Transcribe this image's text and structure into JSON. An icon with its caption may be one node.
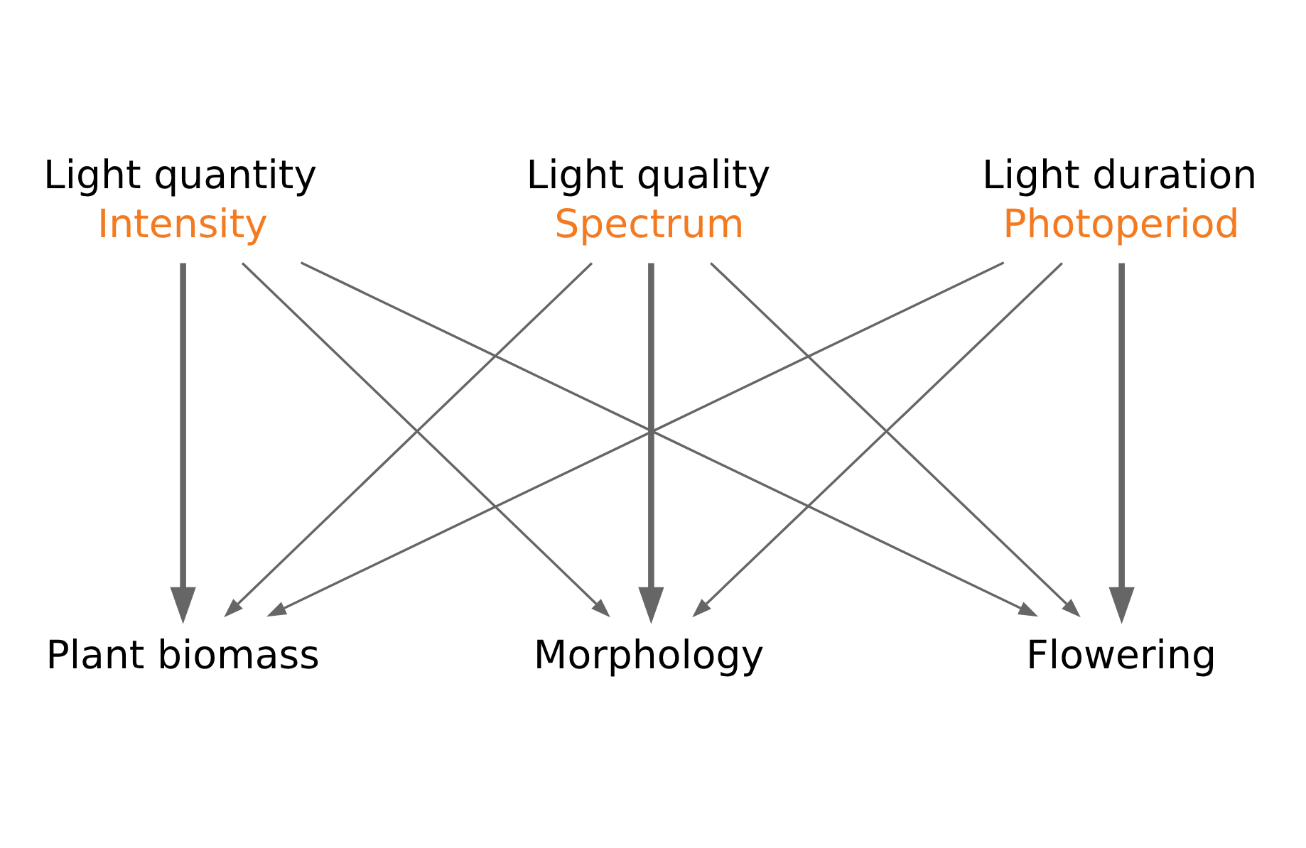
{
  "diagram": {
    "nodes": [
      {
        "text": [
          "Light quantity",
          "Intensity"
        ]
      },
      {
        "text": [
          "Light quality",
          "Spectrum"
        ]
      },
      {
        "text": [
          "Light duration",
          "Photoperiod"
        ]
      },
      {
        "text": [
          "Plant biomass"
        ]
      },
      {
        "text": [
          "Morphology"
        ]
      },
      {
        "text": [
          "Flowering"
        ]
      }
    ],
    "edges": [
      {
        "from": 0,
        "to": 3,
        "arrow": "to",
        "style": "thick"
      },
      {
        "from": 0,
        "to": 4,
        "arrow": "to"
      },
      {
        "from": 0,
        "to": 5,
        "arrow": "to"
      },
      {
        "from": 1,
        "to": 3,
        "arrow": "to"
      },
      {
        "from": 1,
        "to": 4,
        "arrow": "to",
        "style": "thick"
      },
      {
        "from": 1,
        "to": 5,
        "arrow": "to"
      },
      {
        "from": 2,
        "to": 3,
        "arrow": "to"
      },
      {
        "from": 2,
        "to": 4,
        "arrow": "to"
      },
      {
        "from": 2,
        "to": 5,
        "arrow": "to",
        "style": "thick"
      }
    ]
  }
}
